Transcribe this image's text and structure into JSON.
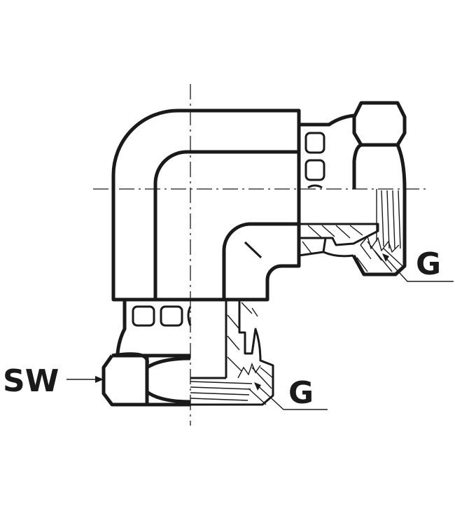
{
  "labels": {
    "thread_right": "G",
    "thread_bottom": "G",
    "wrench_size": "SW"
  },
  "colors": {
    "line": "#1a1a1a",
    "background": "#ffffff"
  }
}
